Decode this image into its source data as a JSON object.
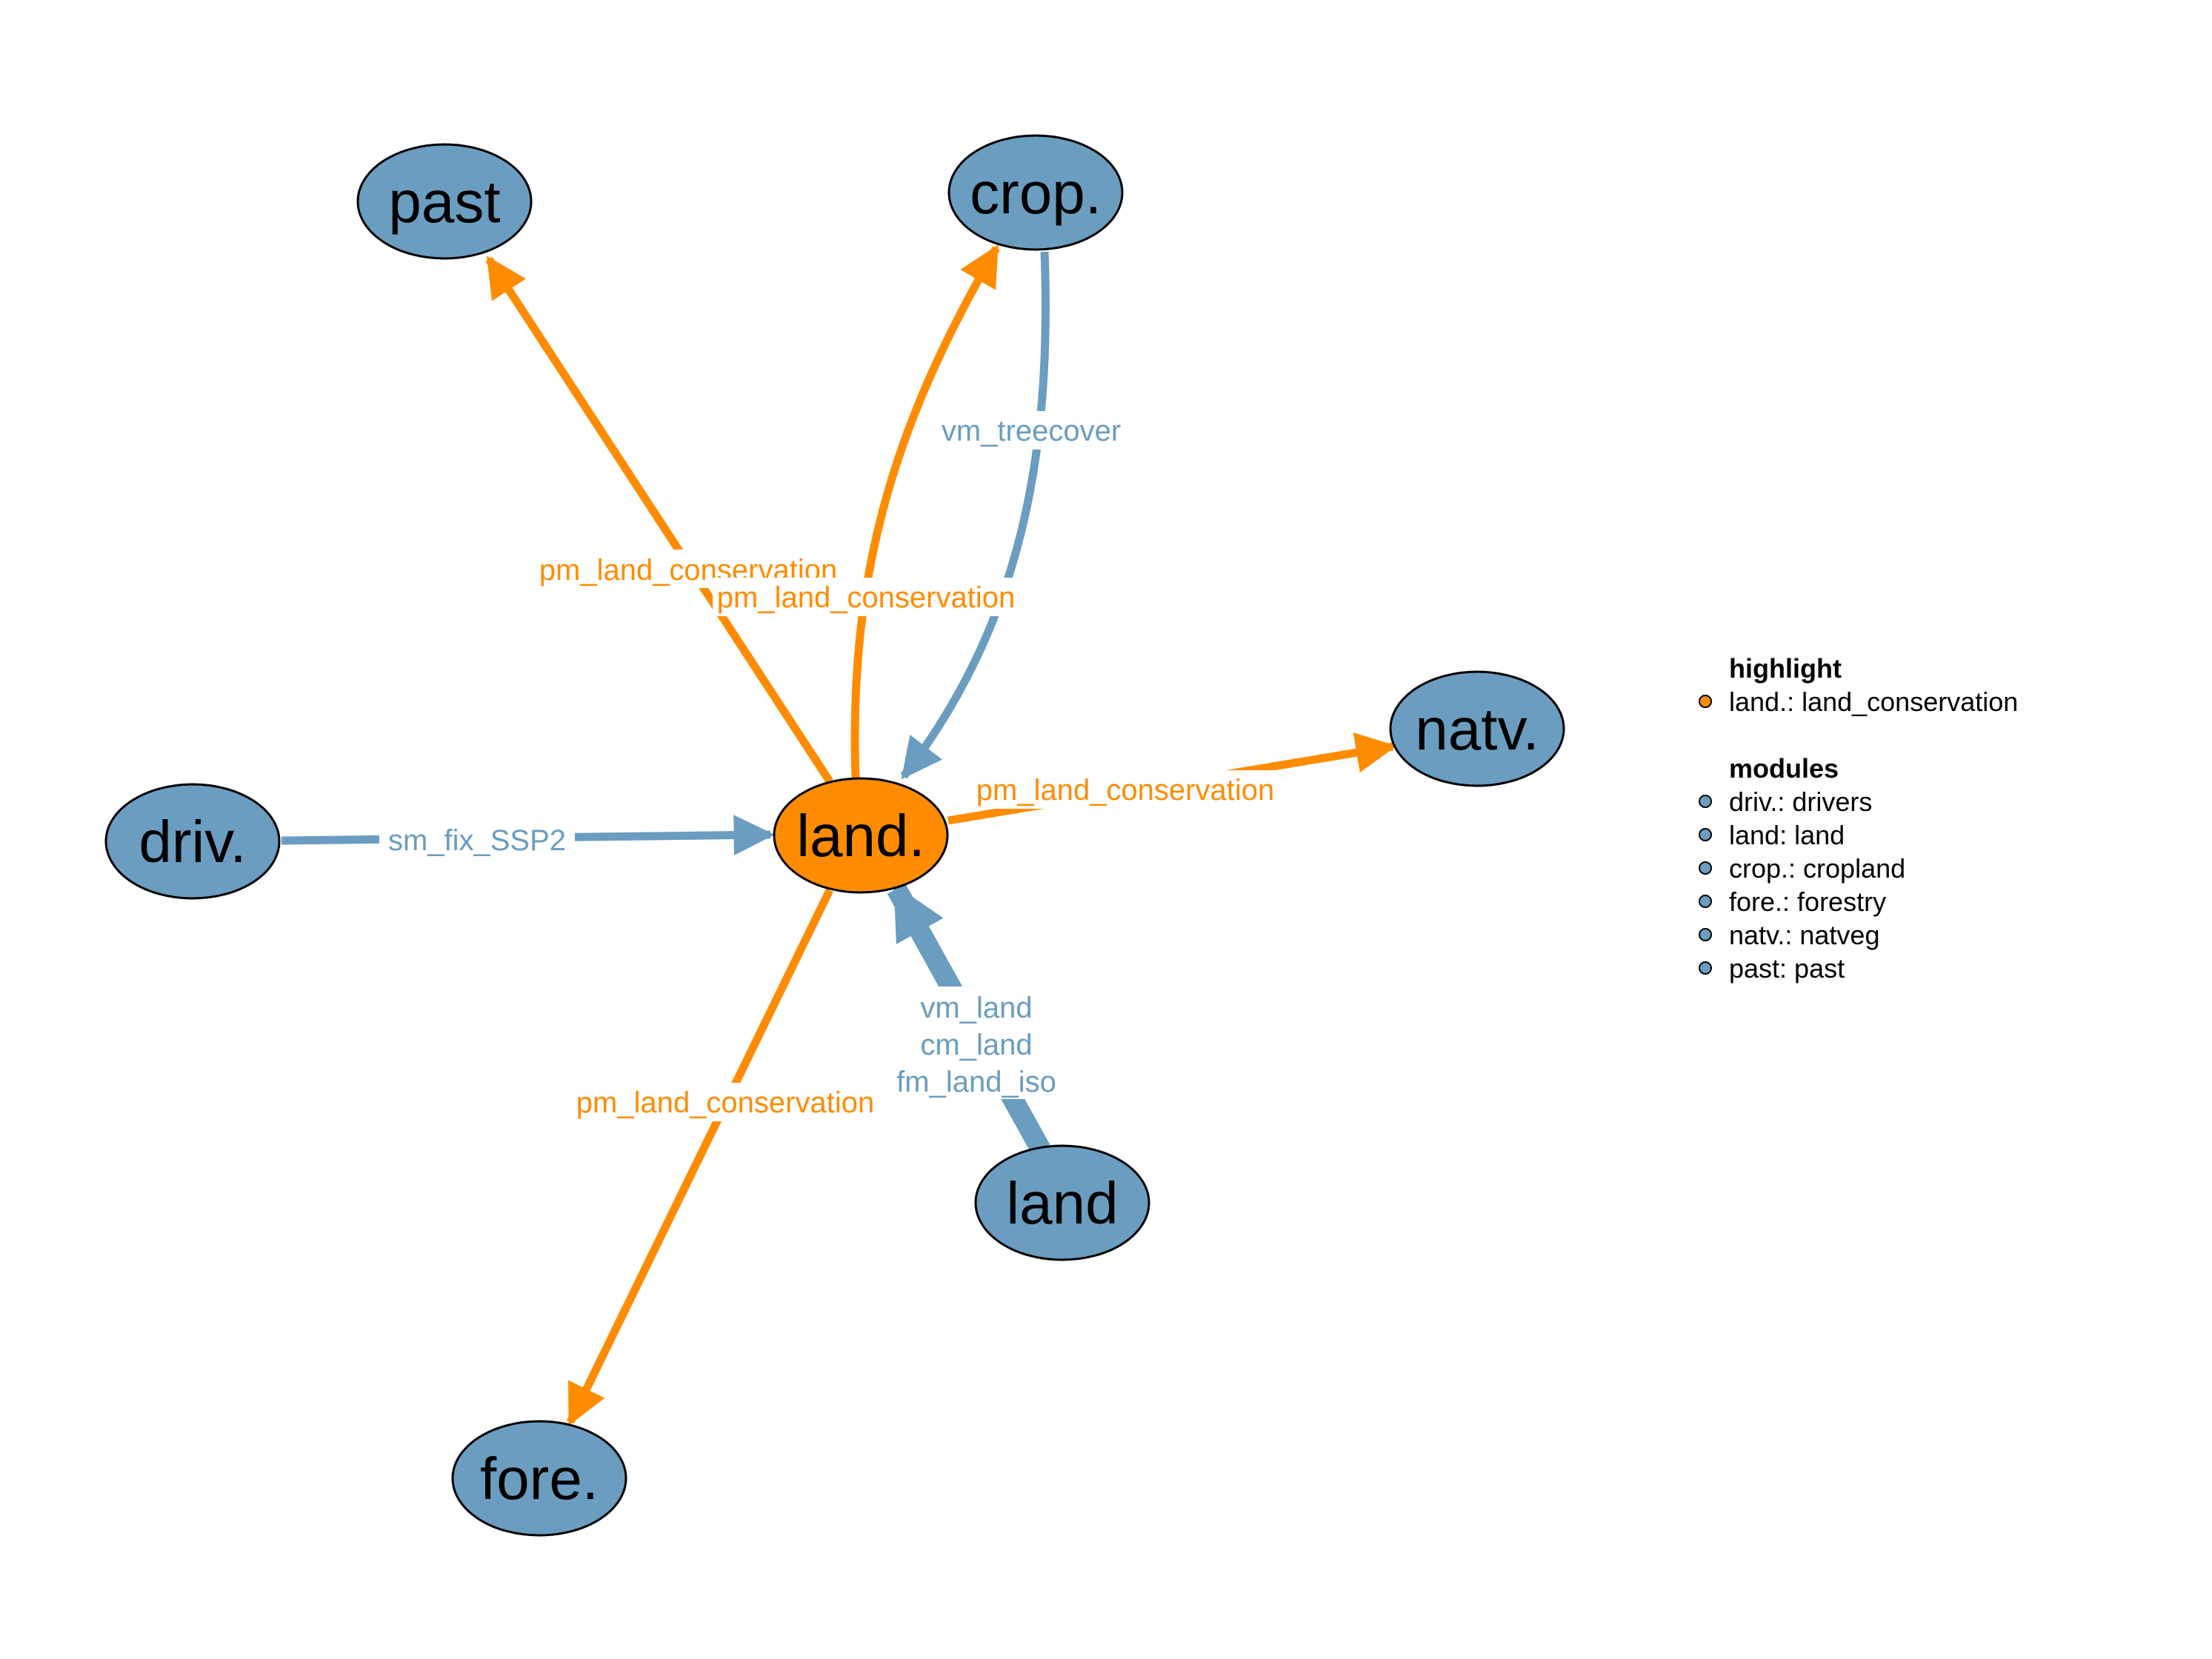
{
  "colors": {
    "module": "#6a9dc0",
    "highlight": "#ff8c00",
    "outline": "#000000",
    "label_bg": "#ffffff"
  },
  "nodes": {
    "past": "past",
    "crop": "crop.",
    "land_center": "land.",
    "natv": "natv.",
    "driv": "driv.",
    "fore": "fore.",
    "land_ext": "land"
  },
  "edges": {
    "land_to_past": "pm_land_conservation",
    "land_to_crop": "pm_land_conservation",
    "crop_to_land": "vm_treecover",
    "land_to_natv": "pm_land_conservation",
    "driv_to_land": "sm_fix_SSP2",
    "land_to_fore": "pm_land_conservation",
    "landext_to_land_1": "vm_land",
    "landext_to_land_2": "cm_land",
    "landext_to_land_3": "fm_land_iso"
  },
  "legend": {
    "highlight_title": "highlight",
    "highlight_items": [
      "land.: land_conservation"
    ],
    "modules_title": "modules",
    "module_items": [
      "driv.: drivers",
      "land: land",
      "crop.: cropland",
      "fore.: forestry",
      "natv.: natveg",
      "past: past"
    ]
  }
}
